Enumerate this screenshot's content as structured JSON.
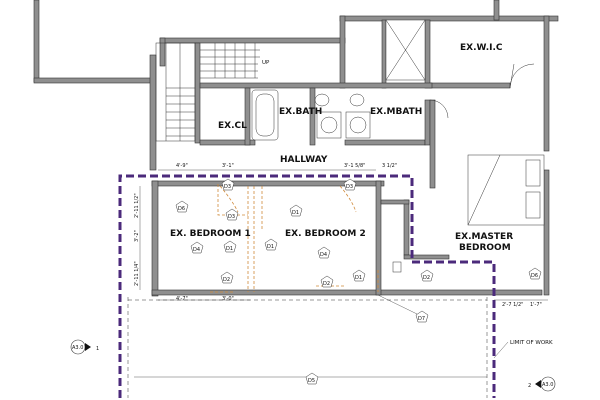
{
  "rooms": {
    "ex_wic": "EX.W.I.C",
    "ex_cl": "EX.CL",
    "ex_bath": "EX.BATH",
    "ex_mbath": "EX.MBATH",
    "hallway": "HALLWAY",
    "bedroom1": "EX. BEDROOM 1",
    "bedroom2": "EX. BEDROOM 2",
    "master1": "EX.MASTER",
    "master2": "BEDROOM"
  },
  "stair": {
    "up": "UP"
  },
  "dims": {
    "d1": "4'-9\"",
    "d2": "3'-1\"",
    "d3": "3'-1 5/8\"",
    "d4": "3 1/2\"",
    "d5": "2'-11 1/2\"",
    "d6": "3'-2\"",
    "d7": "2'-11 1/4\"",
    "d8": "4'-7\"",
    "d9": "3'-0\"",
    "d10": "2'-7 1/2\"",
    "d11": "1'-7\""
  },
  "tags": {
    "d1": "D1",
    "d2": "D2",
    "d3": "D3",
    "d4": "D4",
    "d5": "D5",
    "d6": "D6",
    "d7": "D7"
  },
  "sections": {
    "left_ref": "A3.0",
    "left_num": "1",
    "right_ref": "A3.0",
    "right_num": "2"
  },
  "notes": {
    "limit": "LIMIT OF WORK"
  },
  "colors": {
    "wall": "#8a8a8a",
    "wall_edge": "#333333",
    "limit": "#4b2a7b",
    "demo": "#d08a3a"
  }
}
